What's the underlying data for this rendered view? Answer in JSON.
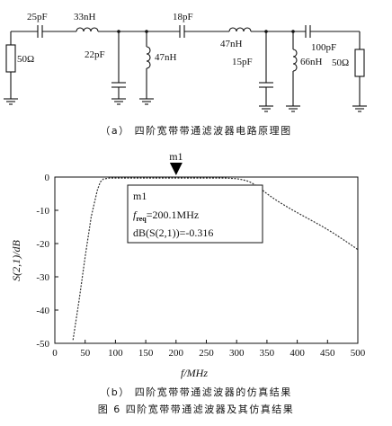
{
  "circuit": {
    "components": {
      "c1": "25pF",
      "l1": "33nH",
      "c2": "22pF",
      "l2": "47nH",
      "c3": "18pF",
      "l3": "47nH",
      "c4": "15pF",
      "l4": "66nH",
      "c5": "100pF",
      "r_source": "50Ω",
      "r_load": "50Ω"
    },
    "caption": "（a） 四阶宽带带通滤波器电路原理图"
  },
  "chart_data": {
    "type": "line",
    "xlabel": "f/MHz",
    "ylabel": "S(2,1)/dB",
    "xlim": [
      0,
      500
    ],
    "ylim": [
      -50,
      0
    ],
    "xticks": [
      0,
      50,
      100,
      150,
      200,
      250,
      300,
      350,
      400,
      450,
      500
    ],
    "yticks": [
      0,
      -10,
      -20,
      -30,
      -40,
      -50
    ],
    "grid": false,
    "series": [
      {
        "x": [
          30,
          40,
          50,
          60,
          70,
          75,
          80,
          90,
          100,
          150,
          200,
          250,
          280,
          300,
          310,
          320,
          330,
          340,
          350,
          360,
          370,
          380,
          390,
          400,
          420,
          440,
          460,
          480,
          500
        ],
        "y": [
          -49,
          -37,
          -24,
          -12,
          -4,
          -1.5,
          -0.6,
          -0.3,
          -0.3,
          -0.3,
          -0.3,
          -0.3,
          -0.3,
          -0.5,
          -0.8,
          -1.3,
          -2.3,
          -3.6,
          -5,
          -6.3,
          -7.5,
          -8.6,
          -9.7,
          -10.7,
          -12.7,
          -14.7,
          -16.9,
          -19.3,
          -21.8
        ]
      }
    ],
    "marker": {
      "name": "m1",
      "freq_label": "f",
      "freq_sub": "req",
      "freq_value": "=200.1MHz",
      "db_value": "dB(S(2,1))=-0.316",
      "x": 200.1,
      "y": -0.316
    }
  },
  "captions": {
    "b": "（b） 四阶宽带带通滤波器的仿真结果",
    "fig": "图 6  四阶宽带带通滤波器及其仿真结果"
  }
}
